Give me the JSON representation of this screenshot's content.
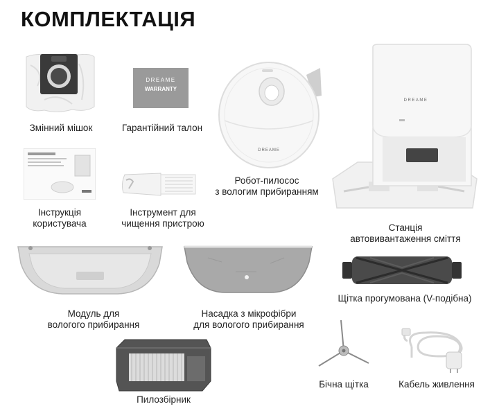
{
  "page": {
    "title": "КОМПЛЕКТАЦІЯ"
  },
  "items": {
    "bag": {
      "caption": "Змінний мішок"
    },
    "warranty": {
      "caption": "Гарантійний талон",
      "card_brand": "DREAME",
      "card_text": "WARRANTY"
    },
    "robot": {
      "caption_1": "Робот-пилосос",
      "caption_2": "з вологим прибиранням",
      "brand": "DREAME"
    },
    "station": {
      "caption_1": "Станція",
      "caption_2": "автовивантаження сміття",
      "brand": "DREAME"
    },
    "manual": {
      "caption_1": "Інструкція",
      "caption_2": "користувача"
    },
    "tool": {
      "caption_1": "Інструмент для",
      "caption_2": "чищення пристрою"
    },
    "mop_module": {
      "caption_1": "Модуль для",
      "caption_2": "вологого прибирання"
    },
    "mop_pad": {
      "caption_1": "Насадка з мікрофібри",
      "caption_2": "для вологого прибирання"
    },
    "main_brush": {
      "caption": "Щітка прогумована (V-подібна)"
    },
    "dustbin": {
      "caption": "Пилозбірник"
    },
    "side_brush": {
      "caption": "Бічна щітка"
    },
    "cable": {
      "caption": "Кабель живлення"
    }
  }
}
